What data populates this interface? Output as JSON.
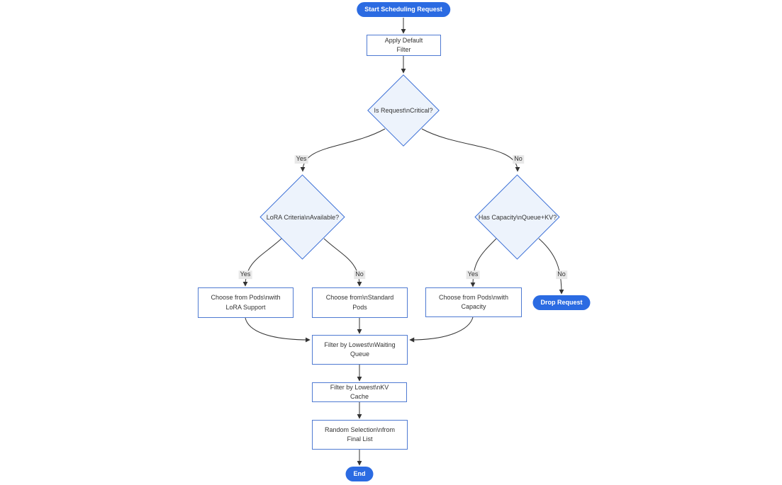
{
  "diagram": {
    "type": "flowchart",
    "nodes": {
      "start": {
        "label": "Start Scheduling Request",
        "shape": "stadium"
      },
      "apply_filter": {
        "label": "Apply Default Filter",
        "shape": "rect"
      },
      "is_critical": {
        "label": "Is Request\\nCritical?",
        "shape": "diamond"
      },
      "lora_criteria": {
        "label": "LoRA Criteria\\nAvailable?",
        "shape": "diamond"
      },
      "has_capacity": {
        "label": "Has Capacity\\nQueue+KV?",
        "shape": "diamond"
      },
      "choose_lora_pods": {
        "label": "Choose from Pods\\nwith\nLoRA Support",
        "shape": "rect"
      },
      "choose_standard_pods": {
        "label": "Choose from\\nStandard\nPods",
        "shape": "rect"
      },
      "choose_capacity_pods": {
        "label": "Choose from Pods\\nwith\nCapacity",
        "shape": "rect"
      },
      "drop_request": {
        "label": "Drop Request",
        "shape": "stadium"
      },
      "filter_waiting_queue": {
        "label": "Filter by Lowest\\nWaiting\nQueue",
        "shape": "rect"
      },
      "filter_kv_cache": {
        "label": "Filter by Lowest\\nKV Cache",
        "shape": "rect"
      },
      "random_selection": {
        "label": "Random Selection\\nfrom\nFinal List",
        "shape": "rect"
      },
      "end": {
        "label": "End",
        "shape": "stadium"
      }
    },
    "edge_labels": {
      "critical_yes": "Yes",
      "critical_no": "No",
      "lora_yes": "Yes",
      "lora_no": "No",
      "capacity_yes": "Yes",
      "capacity_no": "No"
    },
    "colors": {
      "terminal_fill": "#2b6be2",
      "terminal_text": "#ffffff",
      "process_fill": "#ffffff",
      "process_border": "#4f7ad2",
      "decision_fill": "#edf3fc",
      "decision_border": "#3b6fd6",
      "edge_line": "#333333",
      "edge_label_bg": "#e8e8e8",
      "node_text": "#333333"
    }
  }
}
